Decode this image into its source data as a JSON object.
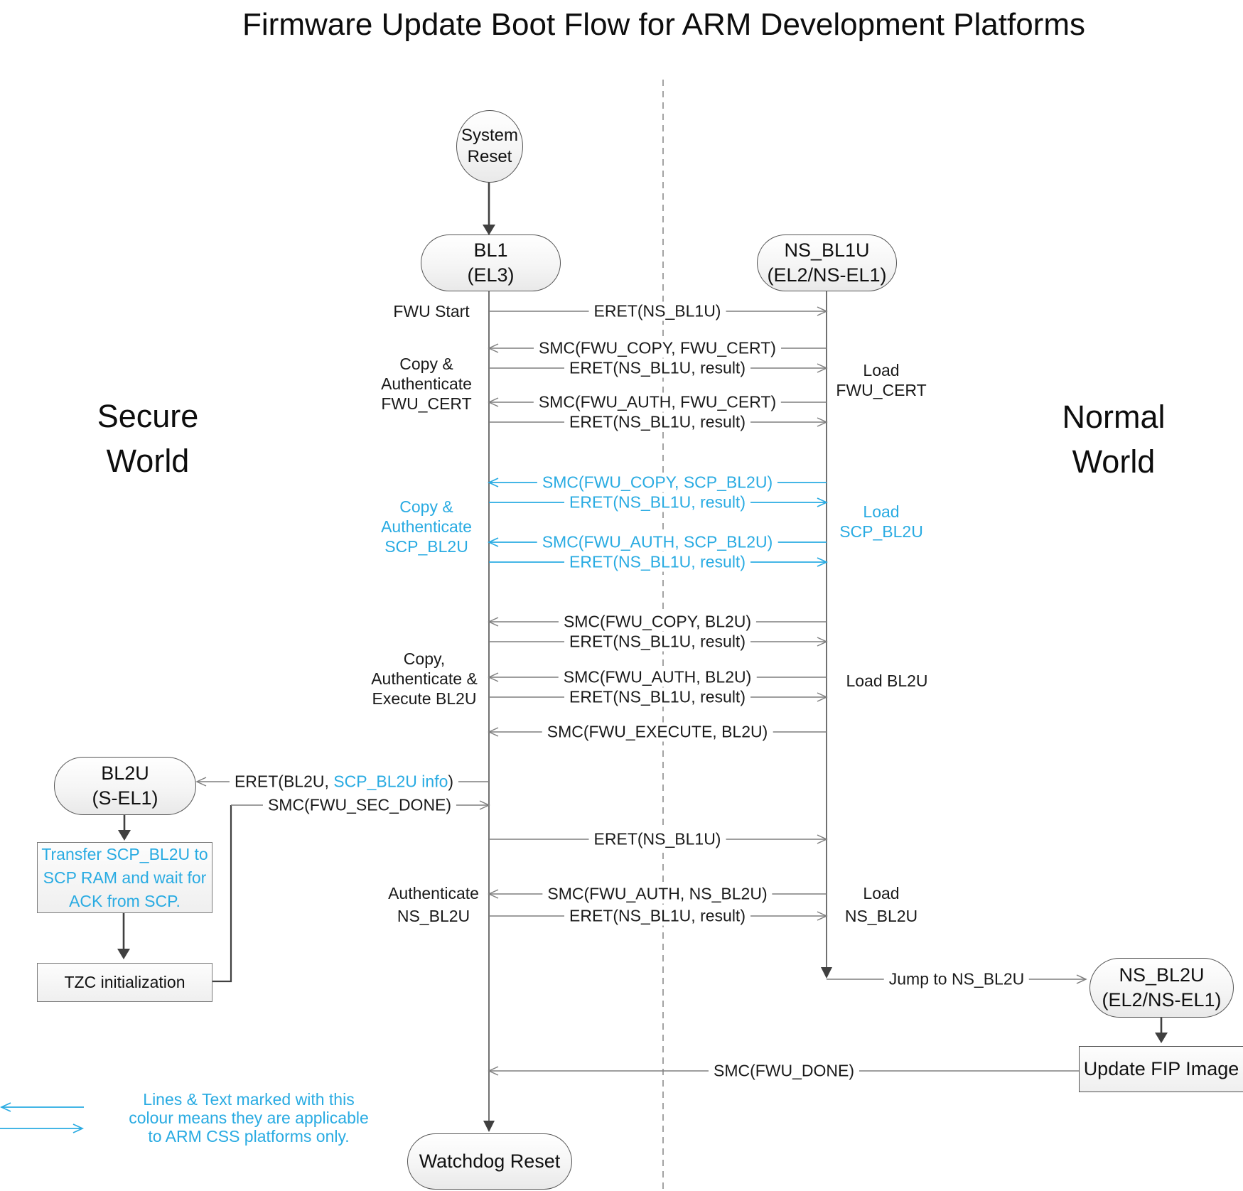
{
  "title": "Firmware Update Boot Flow for ARM Development Platforms",
  "world_labels": {
    "secure": [
      "Secure",
      "World"
    ],
    "normal": [
      "Normal",
      "World"
    ]
  },
  "nodes": {
    "system_reset": [
      "System",
      "Reset"
    ],
    "bl1": [
      "BL1",
      "(EL3)"
    ],
    "ns_bl1u": [
      "NS_BL1U",
      "(EL2/NS-EL1)"
    ],
    "bl2u": [
      "BL2U",
      "(S-EL1)"
    ],
    "ns_bl2u": [
      "NS_BL2U",
      "(EL2/NS-EL1)"
    ],
    "transfer_scp": [
      "Transfer SCP_BL2U to",
      "SCP RAM and wait for",
      "ACK from SCP."
    ],
    "tzc": "TZC initialization",
    "update_fip": "Update FIP Image",
    "watchdog": "Watchdog Reset"
  },
  "messages": [
    {
      "label": "ERET(NS_BL1U)",
      "css_only": false
    },
    {
      "label": "SMC(FWU_COPY, FWU_CERT)",
      "css_only": false
    },
    {
      "label": "ERET(NS_BL1U, result)",
      "css_only": false
    },
    {
      "label": "SMC(FWU_AUTH, FWU_CERT)",
      "css_only": false
    },
    {
      "label": "ERET(NS_BL1U, result)",
      "css_only": false
    },
    {
      "label": "SMC(FWU_COPY, SCP_BL2U)",
      "css_only": true
    },
    {
      "label": "ERET(NS_BL1U, result)",
      "css_only": true
    },
    {
      "label": "SMC(FWU_AUTH, SCP_BL2U)",
      "css_only": true
    },
    {
      "label": "ERET(NS_BL1U, result)",
      "css_only": true
    },
    {
      "label": "SMC(FWU_COPY, BL2U)",
      "css_only": false
    },
    {
      "label": "ERET(NS_BL1U, result)",
      "css_only": false
    },
    {
      "label": "SMC(FWU_AUTH, BL2U)",
      "css_only": false
    },
    {
      "label": "ERET(NS_BL1U, result)",
      "css_only": false
    },
    {
      "label": "SMC(FWU_EXECUTE, BL2U)",
      "css_only": false
    },
    {
      "prefix": "ERET(BL2U, ",
      "highlight": "SCP_BL2U info",
      "suffix": ")",
      "css_only": false
    },
    {
      "label": "SMC(FWU_SEC_DONE)",
      "css_only": false
    },
    {
      "label": "ERET(NS_BL1U)",
      "css_only": false
    },
    {
      "label": "SMC(FWU_AUTH, NS_BL2U)",
      "css_only": false
    },
    {
      "label": "ERET(NS_BL1U, result)",
      "css_only": false
    },
    {
      "label": "Jump to NS_BL2U",
      "css_only": false
    },
    {
      "label": "SMC(FWU_DONE)",
      "css_only": false
    }
  ],
  "side_labels": {
    "fwu_start": "FWU Start",
    "copy_auth_fwu_cert": [
      "Copy &",
      "Authenticate",
      "FWU_CERT"
    ],
    "copy_auth_scp_bl2u": [
      "Copy &",
      "Authenticate",
      "SCP_BL2U"
    ],
    "copy_auth_exec_bl2u": [
      "Copy,",
      "Authenticate &",
      "Execute BL2U"
    ],
    "auth_ns_bl2u": [
      "Authenticate",
      "NS_BL2U"
    ],
    "load_fwu_cert": [
      "Load",
      "FWU_CERT"
    ],
    "load_scp_bl2u": [
      "Load",
      "SCP_BL2U"
    ],
    "load_bl2u": "Load BL2U",
    "load_ns_bl2u": [
      "Load",
      "NS_BL2U"
    ]
  },
  "legend": {
    "lines": [
      "Lines & Text marked with this",
      "colour means they are applicable",
      "to ARM CSS platforms only."
    ]
  },
  "colors": {
    "highlight": "#29ABE2",
    "message_line": "#7f7f7f",
    "flow_arrow": "#404040"
  }
}
